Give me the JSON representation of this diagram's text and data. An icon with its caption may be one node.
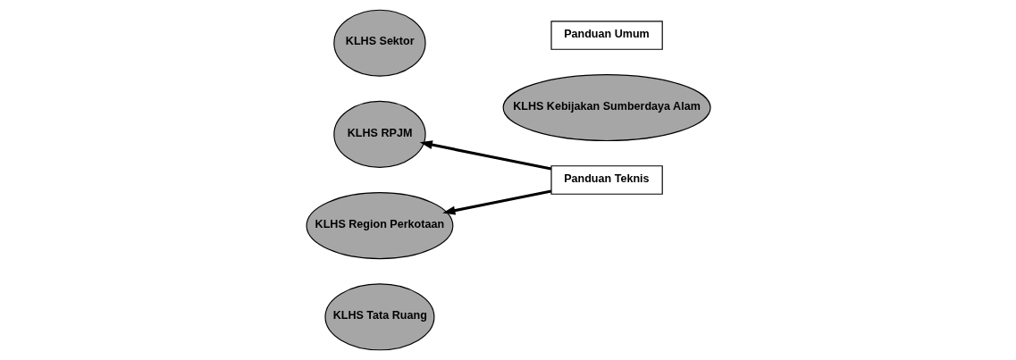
{
  "diagram": {
    "nodes": [
      {
        "text": [
          "KLHS Tata Ruang"
        ]
      },
      {
        "text": [
          "KLHS RPJM"
        ]
      },
      {
        "text": [
          "KLHS Kebijakan Sumberdaya Alam"
        ]
      },
      {
        "text": [
          "Panduan Teknis"
        ]
      },
      {
        "text": [
          "KLHS Sektor"
        ]
      },
      {
        "text": [
          "KLHS Region Perkotaan"
        ]
      },
      {
        "text": [
          "Panduan Umum"
        ]
      }
    ],
    "edges": [
      {
        "from": 3,
        "to": 1,
        "arrow": "to"
      },
      {
        "from": 3,
        "to": 5,
        "arrow": "to"
      }
    ]
  }
}
